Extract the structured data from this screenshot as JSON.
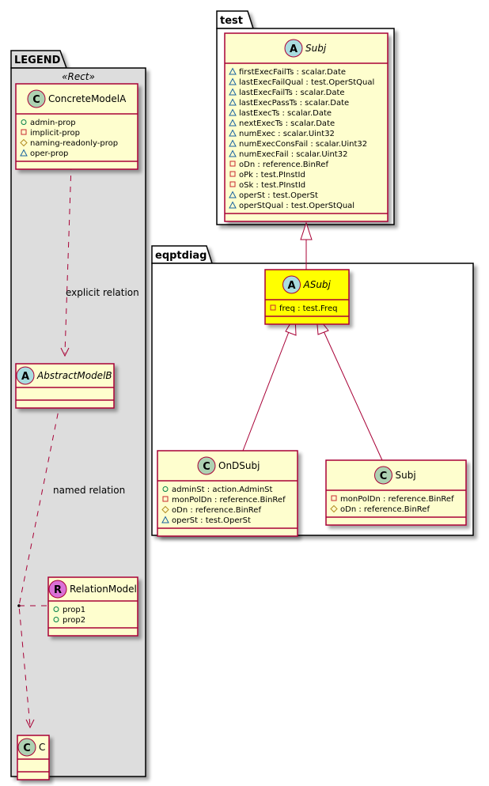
{
  "colors": {
    "border": "#a80036",
    "class_fill": "#fefece",
    "highlight_fill": "#ffff00",
    "legend_fill": "#dddddd",
    "circle_class": "#add1b2",
    "circle_abstract": "#a9dcdf",
    "circle_relation": "#da70d6",
    "vis_public": "#038048",
    "vis_private": "#c82930",
    "vis_protected": "#b38d22",
    "vis_package": "#1963a0"
  },
  "packages": {
    "legend": {
      "name": "LEGEND",
      "stereotype": "«Rect»"
    },
    "test": {
      "name": "test"
    },
    "eqptdiag": {
      "name": "eqptdiag"
    }
  },
  "classes": {
    "concrete_model_a": {
      "kind": "C",
      "name": "ConcreteModelA",
      "attrs": [
        {
          "vis": "public",
          "text": "admin-prop"
        },
        {
          "vis": "private",
          "text": "implicit-prop"
        },
        {
          "vis": "protected",
          "text": "naming-readonly-prop"
        },
        {
          "vis": "package",
          "text": "oper-prop"
        }
      ]
    },
    "abstract_model_b": {
      "kind": "A",
      "name": "AbstractModelB",
      "attrs": []
    },
    "relation_model": {
      "kind": "R",
      "name": "RelationModel",
      "attrs": [
        {
          "vis": "public",
          "text": "prop1"
        },
        {
          "vis": "public",
          "text": "prop2"
        }
      ]
    },
    "c": {
      "kind": "C",
      "name": "C",
      "attrs": []
    },
    "test_subj": {
      "kind": "A",
      "name": "Subj",
      "attrs": [
        {
          "vis": "package",
          "text": "firstExecFailTs : scalar.Date"
        },
        {
          "vis": "package",
          "text": "lastExecFailQual : test.OperStQual"
        },
        {
          "vis": "package",
          "text": "lastExecFailTs : scalar.Date"
        },
        {
          "vis": "package",
          "text": "lastExecPassTs : scalar.Date"
        },
        {
          "vis": "package",
          "text": "lastExecTs : scalar.Date"
        },
        {
          "vis": "package",
          "text": "nextExecTs : scalar.Date"
        },
        {
          "vis": "package",
          "text": "numExec : scalar.Uint32"
        },
        {
          "vis": "package",
          "text": "numExecConsFail : scalar.Uint32"
        },
        {
          "vis": "package",
          "text": "numExecFail : scalar.Uint32"
        },
        {
          "vis": "private",
          "text": "oDn : reference.BinRef"
        },
        {
          "vis": "private",
          "text": "oPk : test.PInstId"
        },
        {
          "vis": "private",
          "text": "oSk : test.PInstId"
        },
        {
          "vis": "package",
          "text": "operSt : test.OperSt"
        },
        {
          "vis": "package",
          "text": "operStQual : test.OperStQual"
        }
      ]
    },
    "asubj": {
      "kind": "A",
      "name": "ASubj",
      "attrs": [
        {
          "vis": "private",
          "text": "freq : test.Freq"
        }
      ]
    },
    "ondsubj": {
      "kind": "C",
      "name": "OnDSubj",
      "attrs": [
        {
          "vis": "public",
          "text": "adminSt : action.AdminSt"
        },
        {
          "vis": "private",
          "text": "monPolDn : reference.BinRef"
        },
        {
          "vis": "protected",
          "text": "oDn : reference.BinRef"
        },
        {
          "vis": "package",
          "text": "operSt : test.OperSt"
        }
      ]
    },
    "eqpt_subj": {
      "kind": "C",
      "name": "Subj",
      "attrs": [
        {
          "vis": "private",
          "text": "monPolDn : reference.BinRef"
        },
        {
          "vis": "protected",
          "text": "oDn : reference.BinRef"
        }
      ]
    }
  },
  "relations": {
    "explicit": "explicit relation",
    "named": "named relation"
  }
}
